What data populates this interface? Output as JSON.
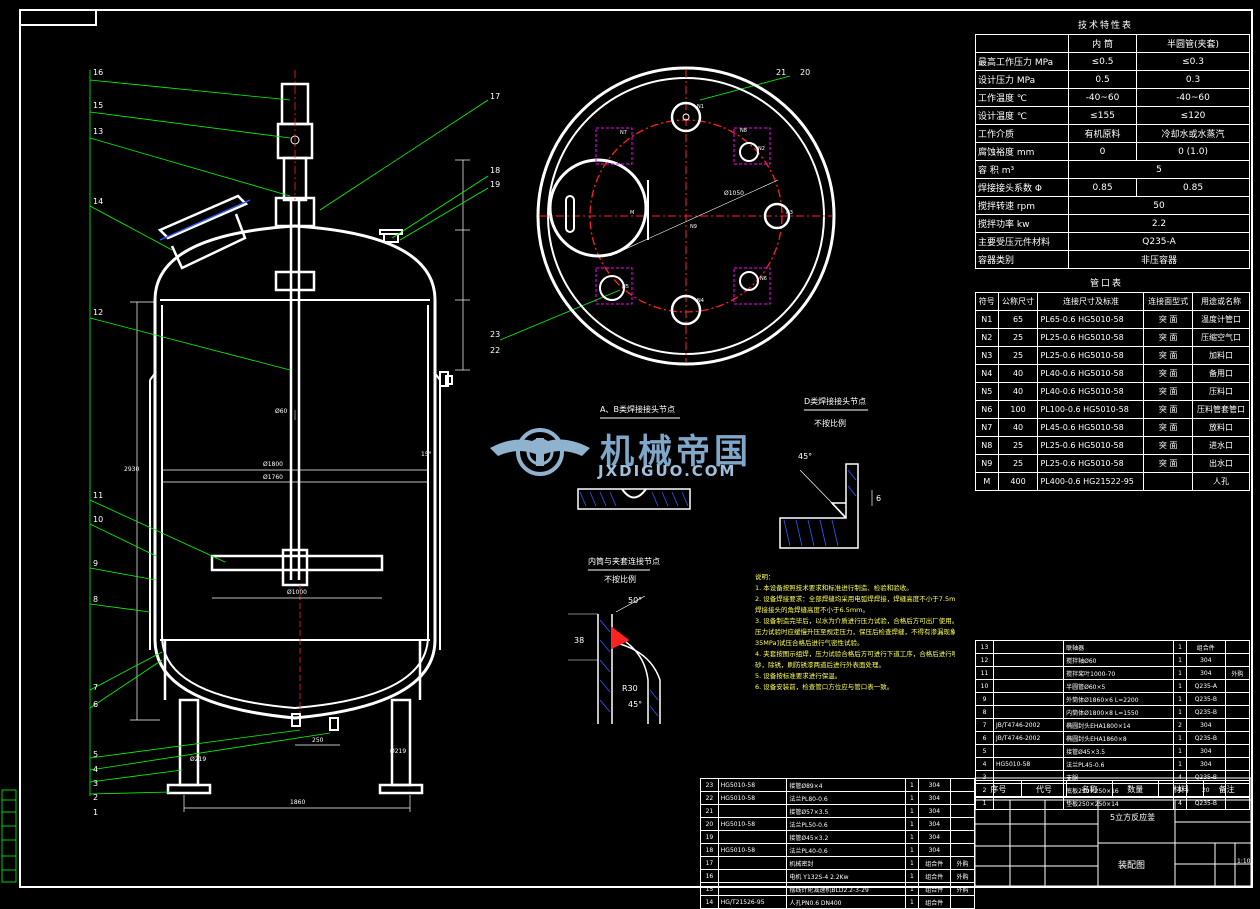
{
  "tech_table": {
    "title": "技术特性表",
    "headers": [
      "",
      "内 筒",
      "半圆管(夹套)"
    ],
    "rows": [
      [
        "最高工作压力 MPa",
        "≤0.5",
        "≤0.3"
      ],
      [
        "设计压力 MPa",
        "0.5",
        "0.3"
      ],
      [
        "工作温度 ℃",
        "-40~60",
        "-40~60"
      ],
      [
        "设计温度 ℃",
        "≤155",
        "≤120"
      ],
      [
        "工作介质",
        "有机原料",
        "冷却水或水蒸汽"
      ],
      [
        "腐蚀裕度 mm",
        "0",
        "0 (1.0)"
      ],
      [
        "容 积 m³",
        "5",
        ""
      ],
      [
        "焊接接头系数 Φ",
        "0.85",
        "0.85"
      ],
      [
        "搅拌转速 rpm",
        "50",
        ""
      ],
      [
        "搅拌功率 kw",
        "2.2",
        ""
      ],
      [
        "主要受压元件材料",
        "Q235-A",
        ""
      ],
      [
        "容器类别",
        "非压容器",
        ""
      ]
    ]
  },
  "nozzle_table": {
    "title": "管口表",
    "headers": [
      "符号",
      "公称尺寸",
      "连接尺寸及标准",
      "连接面型式",
      "用途或名称"
    ],
    "rows": [
      [
        "N1",
        "65",
        "PL65-0.6 HG5010-58",
        "突 面",
        "温度计管口"
      ],
      [
        "N2",
        "25",
        "PL25-0.6 HG5010-58",
        "突 面",
        "压缩空气口"
      ],
      [
        "N3",
        "25",
        "PL25-0.6 HG5010-58",
        "突 面",
        "加料口"
      ],
      [
        "N4",
        "40",
        "PL40-0.6 HG5010-58",
        "突 面",
        "备用口"
      ],
      [
        "N5",
        "40",
        "PL40-0.6 HG5010-58",
        "突 面",
        "压料口"
      ],
      [
        "N6",
        "100",
        "PL100-0.6 HG5010-58",
        "突 面",
        "压料管套管口"
      ],
      [
        "N7",
        "40",
        "PL45-0.6 HG5010-58",
        "突 面",
        "放料口"
      ],
      [
        "N8",
        "25",
        "PL25-0.6 HG5010-58",
        "突 面",
        "进水口"
      ],
      [
        "N9",
        "25",
        "PL25-0.6 HG5010-58",
        "突 面",
        "出水口"
      ],
      [
        "M",
        "400",
        "PL400-0.6 HG21522-95",
        "",
        "人孔"
      ]
    ]
  },
  "details": {
    "ab_title": "A、B类焊接接头节点",
    "d_title": "D类焊接接头节点",
    "d_scale": "不按比例",
    "shell_title": "内筒与夹套连接节点",
    "shell_scale": "不按比例",
    "angle_45": "45°",
    "angle_45b": "45°",
    "angle_50": "50°",
    "dim_38": "38",
    "dim_r30": "R30",
    "dim_6": "6"
  },
  "notes": {
    "title": "说明：",
    "lines": [
      "1. 本设备按照技术要求和标准进行制造、检验和验收。",
      "2. 设备焊接要求：全部焊缝均采用电弧焊焊接，焊缝高度不小于7.5mm，",
      "   焊接接头的角焊缝高度不小于6.5mm。",
      "3. 设备制造完毕后，以水为介质进行压力试验，合格后方可出厂使用。",
      "   压力试验时应缓慢升压至规定压力，保压后检查焊缝，不得有渗漏现象[<",
      "   35MPa]试压合格后进行气密性试验。",
      "4. 夹套按图示组焊，压力试验合格后方可进行下道工序，合格后进行喷",
      "   砂，除锈，刷防锈漆两道后进行外表面处理。",
      "5. 设备按标准要求进行保温。",
      "6. 设备安装前，检查管口方位应与管口表一致。"
    ]
  },
  "labels": {
    "leaders": [
      "16",
      "15",
      "13",
      "14",
      "17",
      "18",
      "19",
      "12",
      "11",
      "10",
      "9",
      "8",
      "7",
      "6",
      "5",
      "4",
      "3",
      "2",
      "1",
      "21",
      "20",
      "23",
      "22"
    ],
    "dims": {
      "d1800": "Ø1800",
      "d1760": "Ø1760",
      "d1000": "Ø1000",
      "d219": "Ø219",
      "d219b": "Ø219",
      "w1860": "1860",
      "w250": "250",
      "d60": "Ø60",
      "h2930": "2930",
      "d1050": "Ø1050",
      "a15": "15°"
    },
    "nozzles": [
      "N1",
      "N2",
      "N3",
      "N4",
      "N5",
      "N6",
      "N7",
      "N8",
      "N9",
      "M"
    ]
  },
  "parts_list_lower": [
    [
      "23",
      "HG5010-58",
      "接管Ø89×4",
      "1",
      "304",
      ""
    ],
    [
      "22",
      "HG5010-58",
      "法兰PL80-0.6",
      "1",
      "304",
      ""
    ],
    [
      "21",
      "",
      "接管Ø57×3.5",
      "1",
      "304",
      ""
    ],
    [
      "20",
      "HG5010-58",
      "法兰PL50-0.6",
      "1",
      "304",
      ""
    ],
    [
      "19",
      "",
      "接管Ø45×3.2",
      "1",
      "304",
      ""
    ],
    [
      "18",
      "HG5010-58",
      "法兰PL40-0.6",
      "1",
      "304",
      ""
    ],
    [
      "17",
      "",
      "机械密封",
      "1",
      "组合件",
      "外购"
    ],
    [
      "16",
      "",
      "电机 Y132S-4 2.2Kw",
      "1",
      "组合件",
      "外购"
    ],
    [
      "15",
      "",
      "摆线针轮减速机BLD2.2-3-29",
      "1",
      "组合件",
      "外购"
    ],
    [
      "14",
      "HG/T21526-95",
      "人孔PN0.6 DN400",
      "1",
      "组合件",
      ""
    ]
  ],
  "parts_list_upper": [
    [
      "13",
      "",
      "联轴器",
      "1",
      "组合件",
      ""
    ],
    [
      "12",
      "",
      "搅拌轴Ø60",
      "1",
      "304",
      ""
    ],
    [
      "11",
      "",
      "搅拌桨叶1000-70",
      "1",
      "304",
      "外购"
    ],
    [
      "10",
      "",
      "半圆管Ø60×5",
      "1",
      "Q235-A",
      ""
    ],
    [
      "9",
      "",
      "外筒体Ø1860×6 L=2200",
      "1",
      "Q235-B",
      ""
    ],
    [
      "8",
      "",
      "内筒体Ø1800×8 L=1550",
      "1",
      "Q235-B",
      ""
    ],
    [
      "7",
      "JB/T4746-2002",
      "椭圆封头EHA1800×14",
      "2",
      "304",
      ""
    ],
    [
      "6",
      "JB/T4746-2002",
      "椭圆封头EHA1860×8",
      "1",
      "Q235-B",
      ""
    ],
    [
      "5",
      "",
      "接管Ø45×3.5",
      "1",
      "304",
      ""
    ],
    [
      "4",
      "HG5010-58",
      "法兰PL45-0.6",
      "1",
      "304",
      ""
    ],
    [
      "3",
      "",
      "支腿",
      "4",
      "Q235-B",
      ""
    ],
    [
      "2",
      "",
      "底板250×250×16",
      "4",
      "20",
      ""
    ],
    [
      "1",
      "",
      "垫板250×250×14",
      "4",
      "Q235-B",
      ""
    ]
  ],
  "parts_header": [
    "序号",
    "代号",
    "名称",
    "数量",
    "材料",
    "备注"
  ],
  "title_block": {
    "project": "5立方反应釜",
    "drawing": "装配图",
    "scale": "1:10"
  },
  "watermark": {
    "brand": "机械帝国",
    "url": "JXDIGUO.COM"
  },
  "colors": {
    "background": "#000000",
    "lines": "#ffffff",
    "leaders": "#00ff00",
    "hatch": "#3355ff",
    "centerline": "#ff2222",
    "dims": "#ffffff",
    "notes": "#ffff55",
    "accent_magenta": "#ff00ff"
  }
}
